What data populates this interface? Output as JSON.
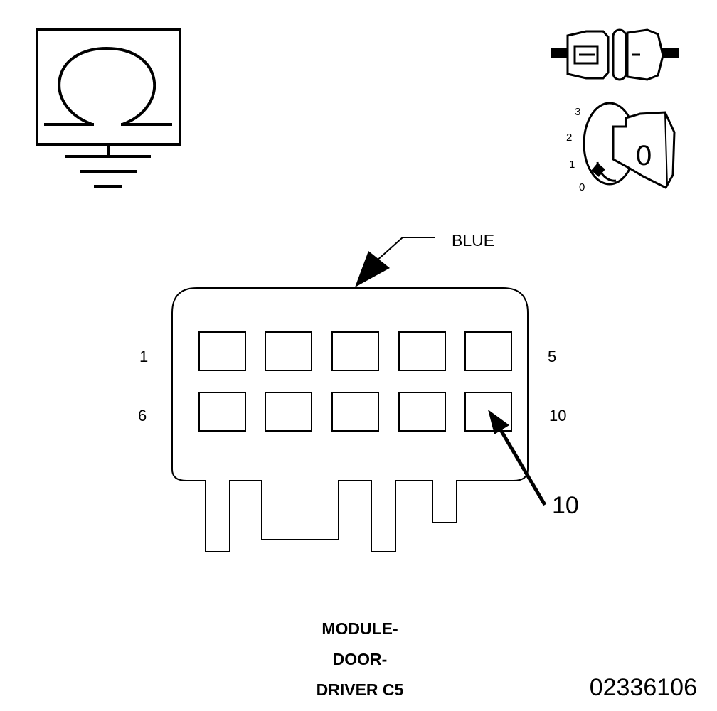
{
  "ohmmeter": {
    "symbol": "Ω"
  },
  "ignition_key": {
    "positions": [
      "3",
      "2",
      "1",
      "0"
    ],
    "key_label": "0"
  },
  "connector": {
    "color_label": "BLUE",
    "pin_labels": {
      "top_left": "1",
      "top_right": "5",
      "bottom_left": "6",
      "bottom_right": "10"
    },
    "callout_pin": "10",
    "name_lines": [
      "MODULE-",
      "DOOR-",
      "DRIVER C5"
    ]
  },
  "figure_number": "02336106"
}
